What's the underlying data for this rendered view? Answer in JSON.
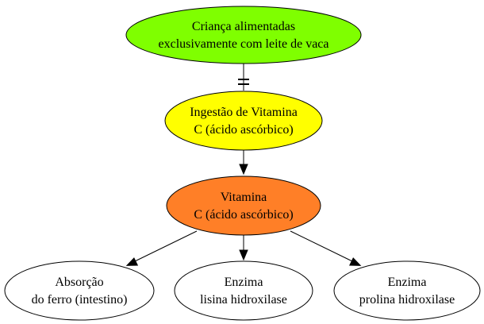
{
  "colors": {
    "green": "#7fff00",
    "yellow": "#ffff00",
    "orange": "#ff7f27",
    "white": "#ffffff",
    "stroke": "#000000"
  },
  "nodes": {
    "crianca": {
      "line1": "Criança alimentadas",
      "line2": "exclusivamente com leite de vaca"
    },
    "ingestao": {
      "line1": "Ingestão de Vitamina",
      "line2": "C (ácido ascórbico)"
    },
    "vitamina": {
      "line1": "Vitamina",
      "line2": "C (ácido ascórbico)"
    },
    "absorcao": {
      "line1": "Absorção",
      "line2": "do ferro (intestino)"
    },
    "lisina": {
      "line1": "Enzima",
      "line2": "lisina hidroxilase"
    },
    "prolina": {
      "line1": "Enzima",
      "line2": "prolina hidroxilase"
    }
  },
  "edges": [
    {
      "from": "crianca",
      "to": "ingestao",
      "style": "tee"
    },
    {
      "from": "ingestao",
      "to": "vitamina",
      "style": "arrow"
    },
    {
      "from": "vitamina",
      "to": "absorcao",
      "style": "arrow"
    },
    {
      "from": "vitamina",
      "to": "lisina",
      "style": "arrow"
    },
    {
      "from": "vitamina",
      "to": "prolina",
      "style": "arrow"
    }
  ]
}
